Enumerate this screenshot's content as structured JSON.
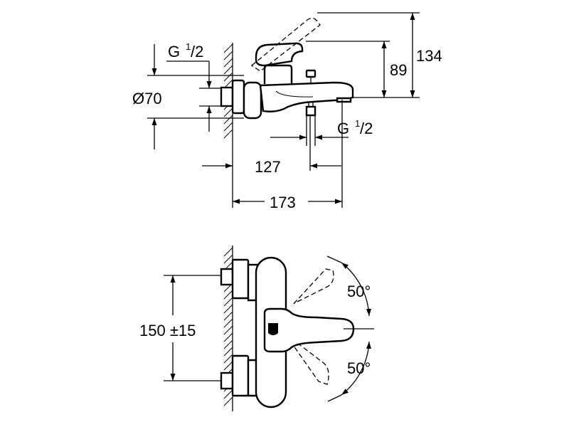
{
  "top_view": {
    "dim_thread_inlet": {
      "base": "G",
      "sup": "1",
      "rest": "/2"
    },
    "dim_diameter": "Ø70",
    "dim_height_total": "134",
    "dim_height_handle": "89",
    "dim_thread_outlet": {
      "base": "G",
      "sup": "1",
      "rest": "/2"
    },
    "dim_depth_outlet": "127",
    "dim_depth_total": "173"
  },
  "bottom_view": {
    "dim_centers": "150 ±15",
    "dim_angle_up": "50°",
    "dim_angle_down": "50°"
  }
}
